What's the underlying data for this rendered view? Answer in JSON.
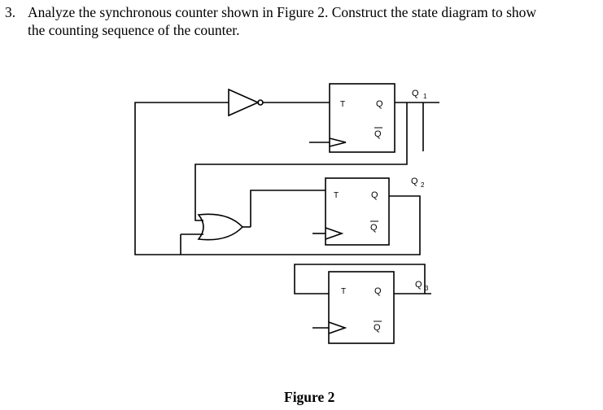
{
  "question": {
    "number": "3.",
    "line1": "Analyze the synchronous counter shown in Figure 2. Construct the state diagram to show",
    "line2": "the counting sequence of the counter."
  },
  "figure": {
    "caption": "Figure 2",
    "flip_flops": [
      {
        "input_label": "T",
        "output_label": "Q",
        "output_bar_label": "Q",
        "output_name": "Q",
        "output_index": "1"
      },
      {
        "input_label": "T",
        "output_label": "Q",
        "output_bar_label": "Q",
        "output_name": "Q",
        "output_index": "2"
      },
      {
        "input_label": "T",
        "output_label": "Q",
        "output_bar_label": "Q",
        "output_name": "Q",
        "output_index": "3"
      }
    ],
    "gates": [
      "not-gate",
      "or-gate"
    ]
  }
}
